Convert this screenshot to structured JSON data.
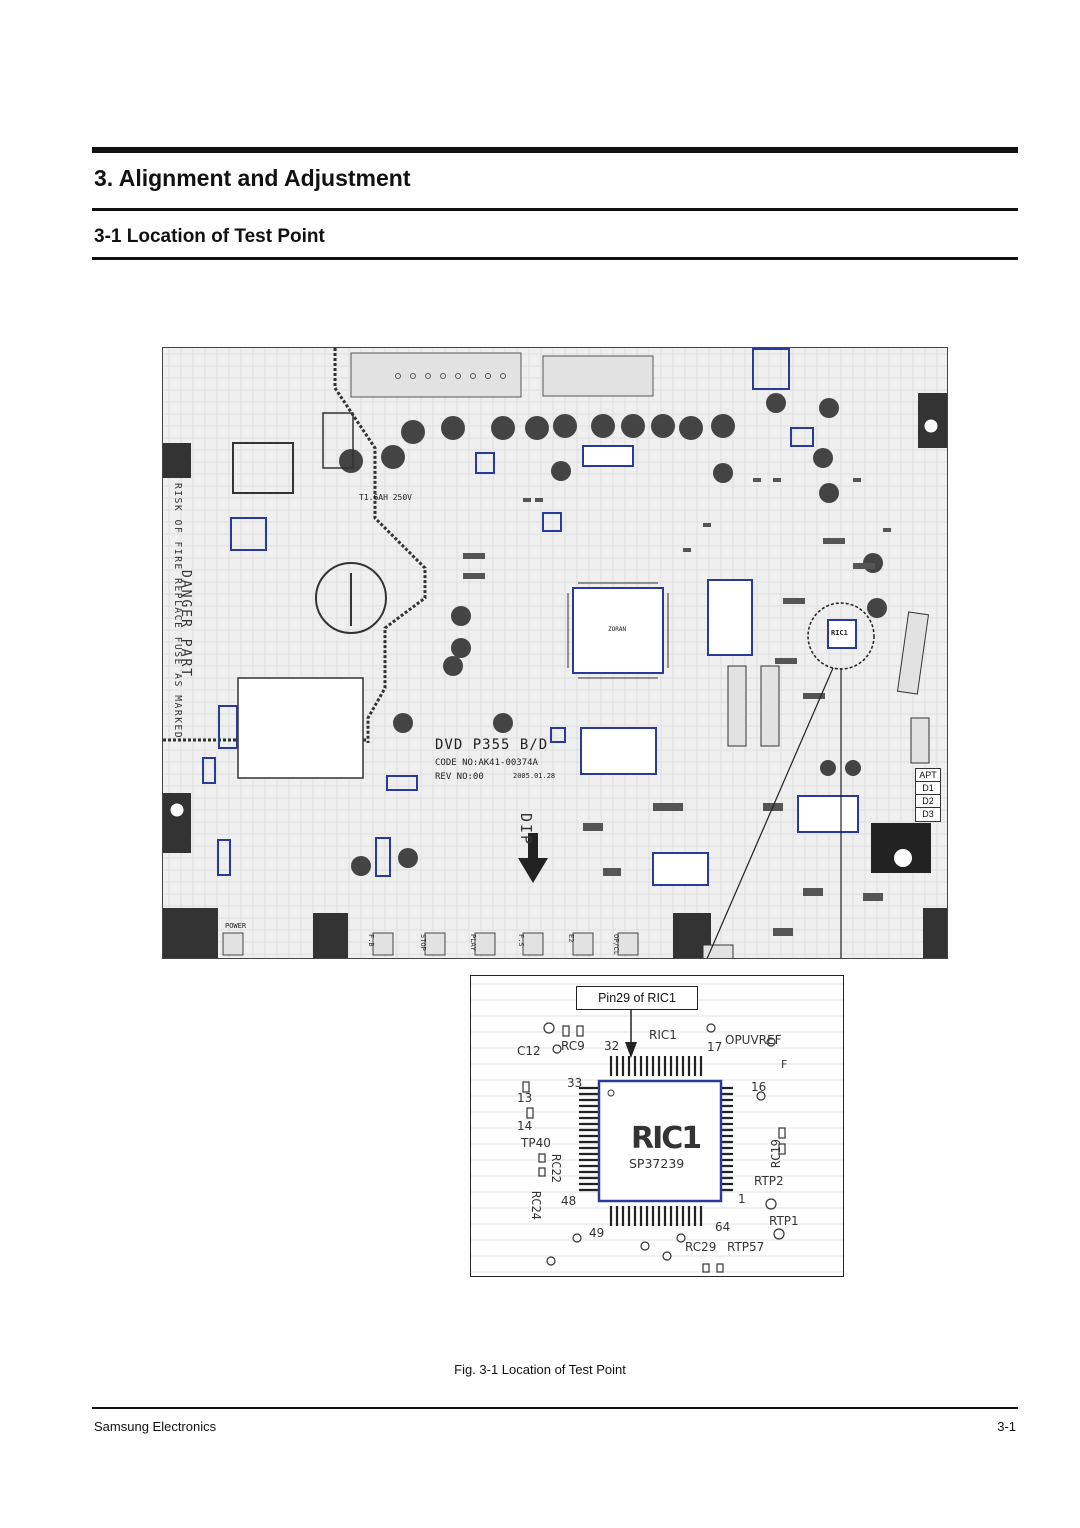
{
  "page": {
    "title": "3. Alignment and Adjustment",
    "subtitle": "3-1 Location of Test Point"
  },
  "board": {
    "model": "DVD P355 B/D",
    "code": "CODE NO:AK41-00374A",
    "rev": "REV NO:00",
    "date": "2005.01.28",
    "dip": "DIP",
    "danger": "DANGER PART",
    "risk": "RISK OF FIRE REPLACE FUSE AS MARKED",
    "fuse": "T1.6AH 250V",
    "chip_label": "RIC1",
    "chip_main": "ZORAN",
    "legend": [
      "APT",
      "D1",
      "D2",
      "D3"
    ],
    "buttons": [
      "POWER",
      "F.B",
      "STOP",
      "PLAY",
      "F.S",
      "E2",
      "OP/CL"
    ]
  },
  "detail": {
    "callout": "Pin29 of RIC1",
    "chip_name": "RIC1",
    "chip_part": "SP37239",
    "labels": {
      "c12": "C12",
      "rc9": "RC9",
      "pin32": "32",
      "ric1": "RIC1",
      "pin17": "17",
      "opuvref": "OPUVREF",
      "f": "F",
      "pin33": "33",
      "pin16": "16",
      "n13": "13",
      "n14": "14",
      "tp40": "TP40",
      "rc22": "RC22",
      "rc19": "RC19",
      "rtp2": "RTP2",
      "rc24": "RC24",
      "pin48": "48",
      "pin1": "1",
      "rtp1": "RTP1",
      "pin49": "49",
      "pin64": "64",
      "rc29": "RC29",
      "rtp57": "RTP57"
    }
  },
  "caption": "Fig. 3-1 Location of Test Point",
  "footer": {
    "company": "Samsung Electronics",
    "page": "3-1"
  }
}
